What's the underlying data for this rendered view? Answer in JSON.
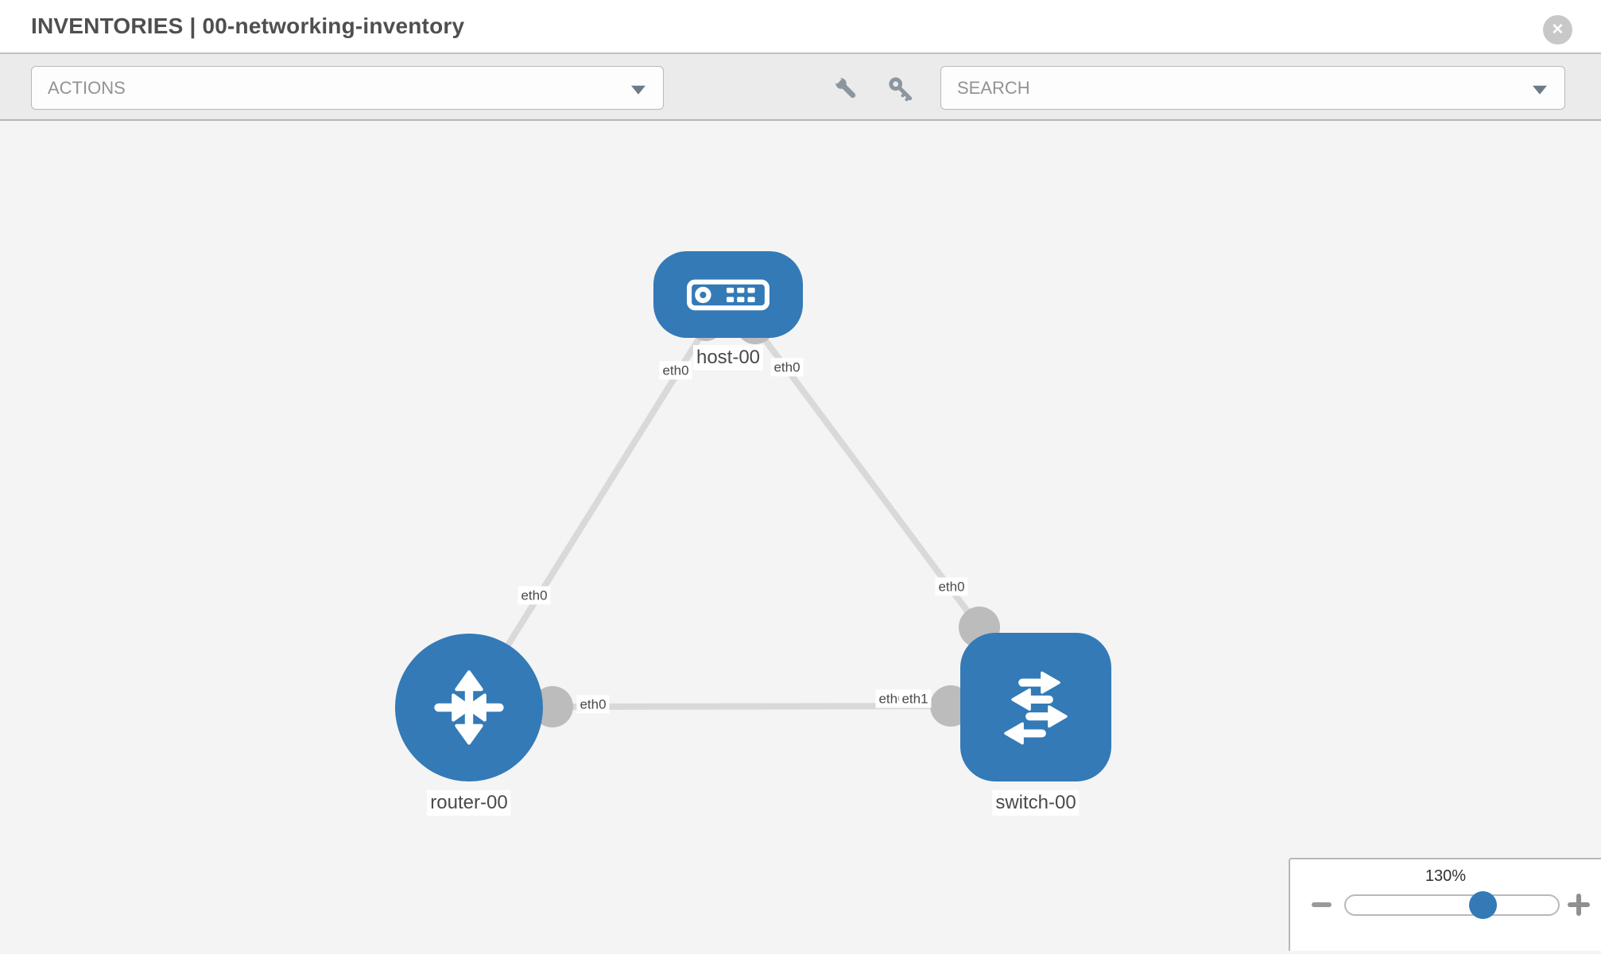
{
  "header": {
    "title": "INVENTORIES | 00-networking-inventory"
  },
  "toolbar": {
    "actions_label": "ACTIONS",
    "search_label": "SEARCH"
  },
  "diagram": {
    "nodes": [
      {
        "label": "host-00",
        "type": "host"
      },
      {
        "label": "router-00",
        "type": "router"
      },
      {
        "label": "switch-00",
        "type": "switch"
      }
    ],
    "links": [
      {
        "from": "host-00",
        "from_if": "eth0",
        "to": "router-00",
        "to_if": "eth0"
      },
      {
        "from": "host-00",
        "from_if": "eth0",
        "to": "switch-00",
        "to_if": "eth0"
      },
      {
        "from": "router-00",
        "from_if": "eth0",
        "to": "switch-00",
        "to_if": "eth1"
      }
    ],
    "iface_labels": {
      "host_left": "eth0",
      "host_right": "eth0",
      "router_link_mid": "eth0",
      "switch_link_top": "eth0",
      "router_right": "eth0",
      "switch_left_under": "eth0",
      "switch_left_over": "eth1"
    }
  },
  "zoom_control": {
    "level": "130%"
  },
  "icons": {
    "close": "✕",
    "toolbar": [
      "wrench",
      "key"
    ],
    "zoom": [
      "minus",
      "plus"
    ]
  },
  "colors": {
    "node_blue": "#337ab7",
    "link_gray": "#d9d9d9",
    "connector_gray": "#bcbcbc",
    "toolbar_bg": "#ebebeb",
    "canvas_bg": "#f4f4f4"
  }
}
